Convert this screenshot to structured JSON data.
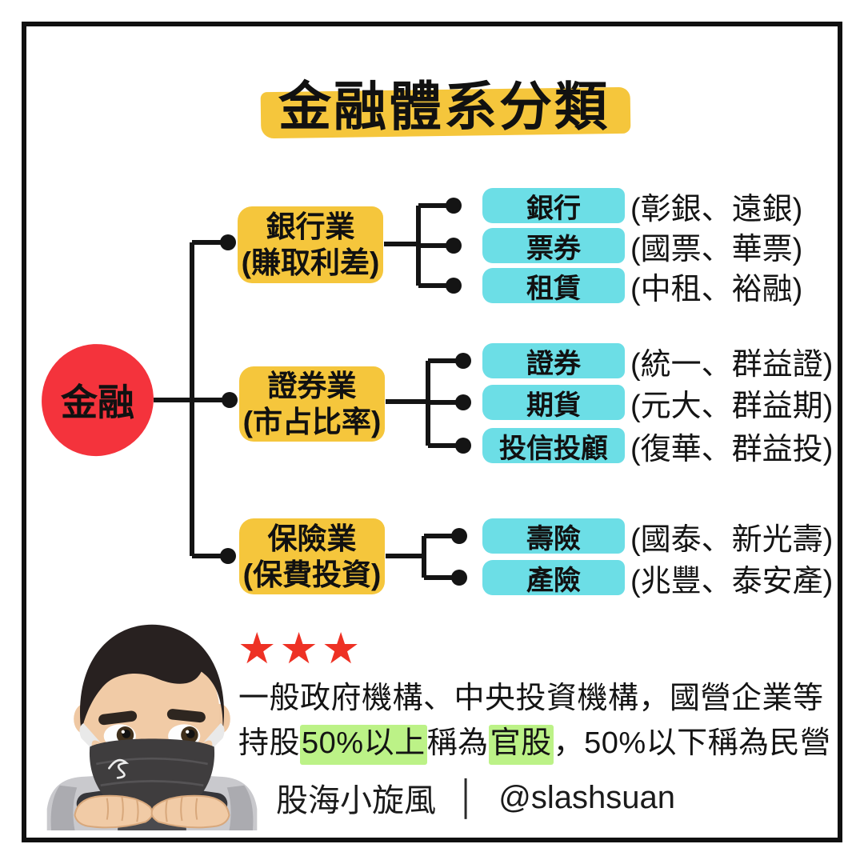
{
  "title": "金融體系分類",
  "root": {
    "label": "金融"
  },
  "branches": [
    {
      "label": "銀行業",
      "sublabel": "(賺取利差)",
      "children": [
        {
          "label": "銀行",
          "examples": "(彰銀、遠銀)"
        },
        {
          "label": "票券",
          "examples": "(國票、華票)"
        },
        {
          "label": "租賃",
          "examples": "(中租、裕融)"
        }
      ]
    },
    {
      "label": "證券業",
      "sublabel": "(市占比率)",
      "children": [
        {
          "label": "證券",
          "examples": "(統一、群益證)"
        },
        {
          "label": "期貨",
          "examples": "(元大、群益期)"
        },
        {
          "label": "投信投顧",
          "examples": "(復華、群益投)"
        }
      ]
    },
    {
      "label": "保險業",
      "sublabel": "(保費投資)",
      "children": [
        {
          "label": "壽險",
          "examples": "(國泰、新光壽)"
        },
        {
          "label": "產險",
          "examples": "(兆豐、泰安產)"
        }
      ]
    }
  ],
  "note": {
    "stars": "★★★",
    "line1": "一般政府機構、中央投資機構，國營企業等",
    "line2_parts": [
      {
        "text": "持股"
      },
      {
        "text": "50%以上"
      },
      {
        "text": "稱為"
      },
      {
        "text": "官股"
      },
      {
        "text": "，50%以下稱為民營"
      }
    ]
  },
  "footer": {
    "author": "股海小旋風",
    "separator": "│",
    "handle": "@slashsuan"
  },
  "colors": {
    "accent_yellow": "#F5C63C",
    "accent_cyan": "#6CDEE6",
    "accent_red": "#F4333C",
    "highlight_green": "#BCF287",
    "star_red": "#EE3124",
    "line_black": "#141414"
  }
}
